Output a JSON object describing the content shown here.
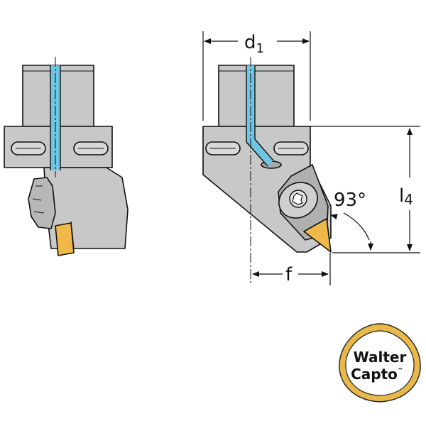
{
  "dimensions": {
    "d_main": "d",
    "d_sub": "1",
    "l_main": "l",
    "l_sub": "4",
    "angle": "93°",
    "f": "f"
  },
  "logo": {
    "line1": "Walter",
    "line2": "Capto",
    "trademark": "™"
  },
  "colors": {
    "body": "#c8c8c8",
    "body_dark": "#a8a8a8",
    "outline": "#111111",
    "coolant": "#6ec6e4",
    "insert": "#f0b848",
    "logo_ring": "#e8b84a"
  }
}
